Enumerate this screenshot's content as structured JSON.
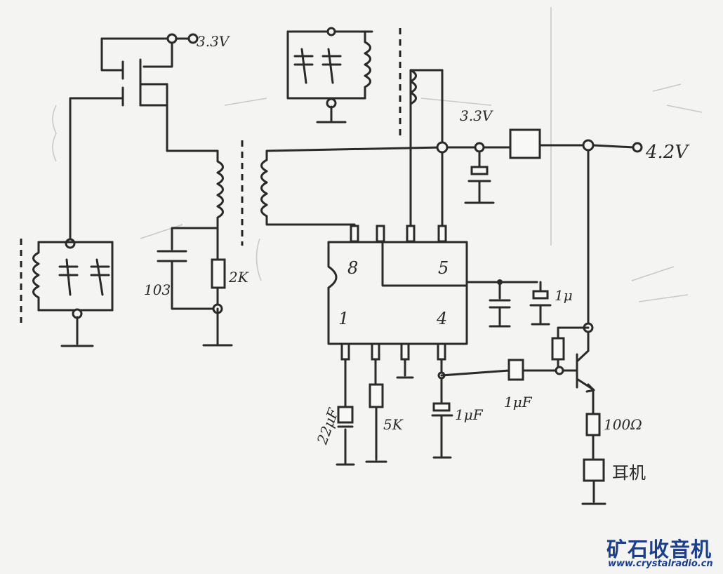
{
  "labels": {
    "v_top_left": "3.3V",
    "v_mid": "3.3V",
    "v_right": "4.2V",
    "cap_103": "103",
    "res_2k": "2K",
    "pin8": "8",
    "pin5": "5",
    "pin1": "1",
    "pin4": "4",
    "cap_1u": "1μ",
    "cap_22u": "22μF",
    "res_5k": "5K",
    "cap_1uf_a": "1μF",
    "cap_1uf_b": "1μF",
    "res_100": "100Ω",
    "earphone": "耳机"
  },
  "watermark": {
    "site_name": "矿石收音机",
    "url": "www.crystalradio.cn",
    "color": "#1b3f8e"
  }
}
